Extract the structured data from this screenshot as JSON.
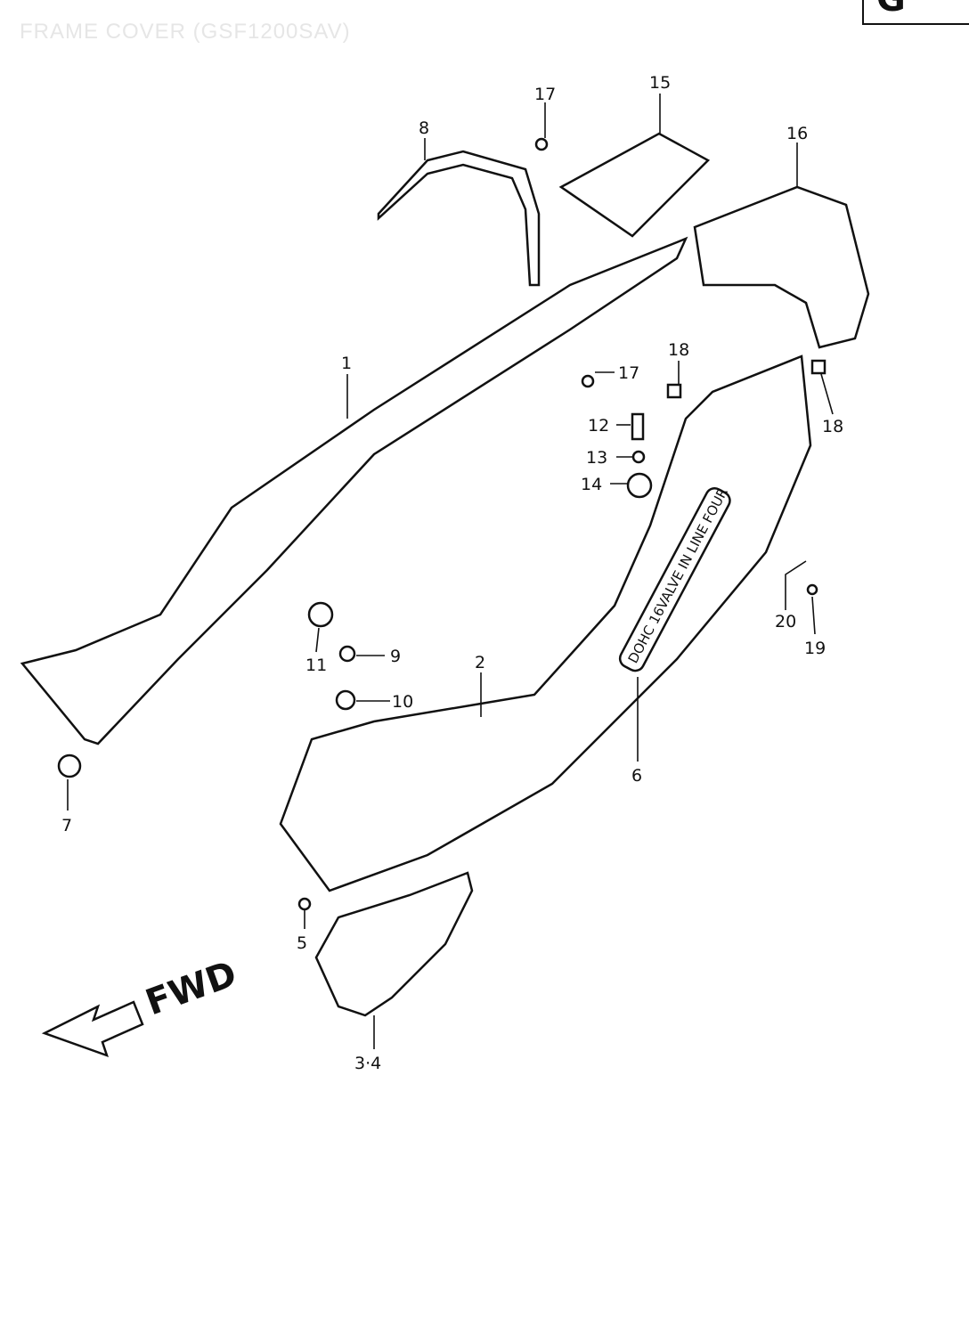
{
  "title": "FRAME COVER (GSF1200SAV)",
  "section_mark": "G",
  "direction_label": "FWD",
  "decal_text": "DOHC 16VALVE IN LINE FOUR",
  "callouts": {
    "c1": "1",
    "c2": "2",
    "c34": "3·4",
    "c5": "5",
    "c6": "6",
    "c7": "7",
    "c8": "8",
    "c9": "9",
    "c10": "10",
    "c11": "11",
    "c12": "12",
    "c13": "13",
    "c14": "14",
    "c15": "15",
    "c16": "16",
    "c17a": "17",
    "c17b": "17",
    "c18a": "18",
    "c18b": "18",
    "c19": "19",
    "c20": "20"
  }
}
